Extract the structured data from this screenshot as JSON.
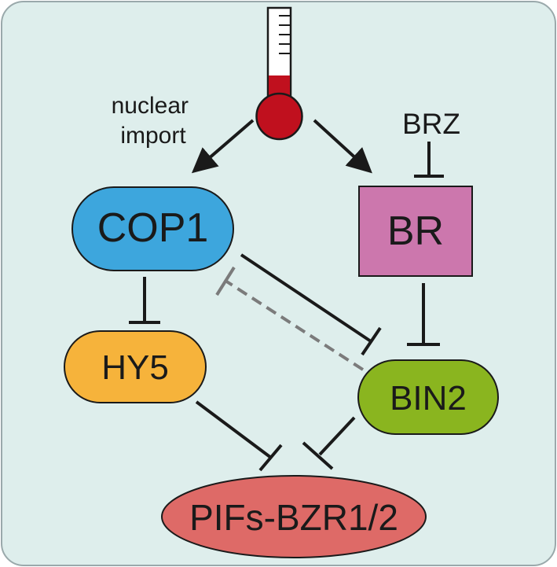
{
  "colors": {
    "panel_bg": "#deeeec",
    "panel_border": "#9aa9ab",
    "cop1": "#3da6dd",
    "br": "#cc77ad",
    "hy5": "#f6b33b",
    "bin2": "#8ab51f",
    "pifs": "#de6a67",
    "thermometer_bulb": "#c0101e",
    "line": "#1a1a1a",
    "dashed_line": "#7b7b7b"
  },
  "labels": {
    "nuclear_import": [
      "nuclear",
      "import"
    ],
    "brz": "BRZ",
    "cop1": "COP1",
    "br": "BR",
    "hy5": "HY5",
    "bin2": "BIN2",
    "pifs": "PIFs-BZR1/2"
  },
  "icons": {
    "temperature": "thermometer-icon"
  },
  "edges": [
    {
      "from": "thermometer",
      "to": "COP1",
      "type": "activation"
    },
    {
      "from": "thermometer",
      "to": "BR",
      "type": "activation"
    },
    {
      "from": "BRZ",
      "to": "BR",
      "type": "inhibition"
    },
    {
      "from": "COP1",
      "to": "HY5",
      "type": "inhibition"
    },
    {
      "from": "BR",
      "to": "BIN2",
      "type": "inhibition"
    },
    {
      "from": "COP1",
      "to": "BIN2",
      "type": "inhibition"
    },
    {
      "from": "BIN2",
      "to": "COP1",
      "type": "inhibition",
      "style": "dashed"
    },
    {
      "from": "HY5",
      "to": "PIFs-BZR1/2",
      "type": "inhibition"
    },
    {
      "from": "BIN2",
      "to": "PIFs-BZR1/2",
      "type": "inhibition"
    }
  ]
}
